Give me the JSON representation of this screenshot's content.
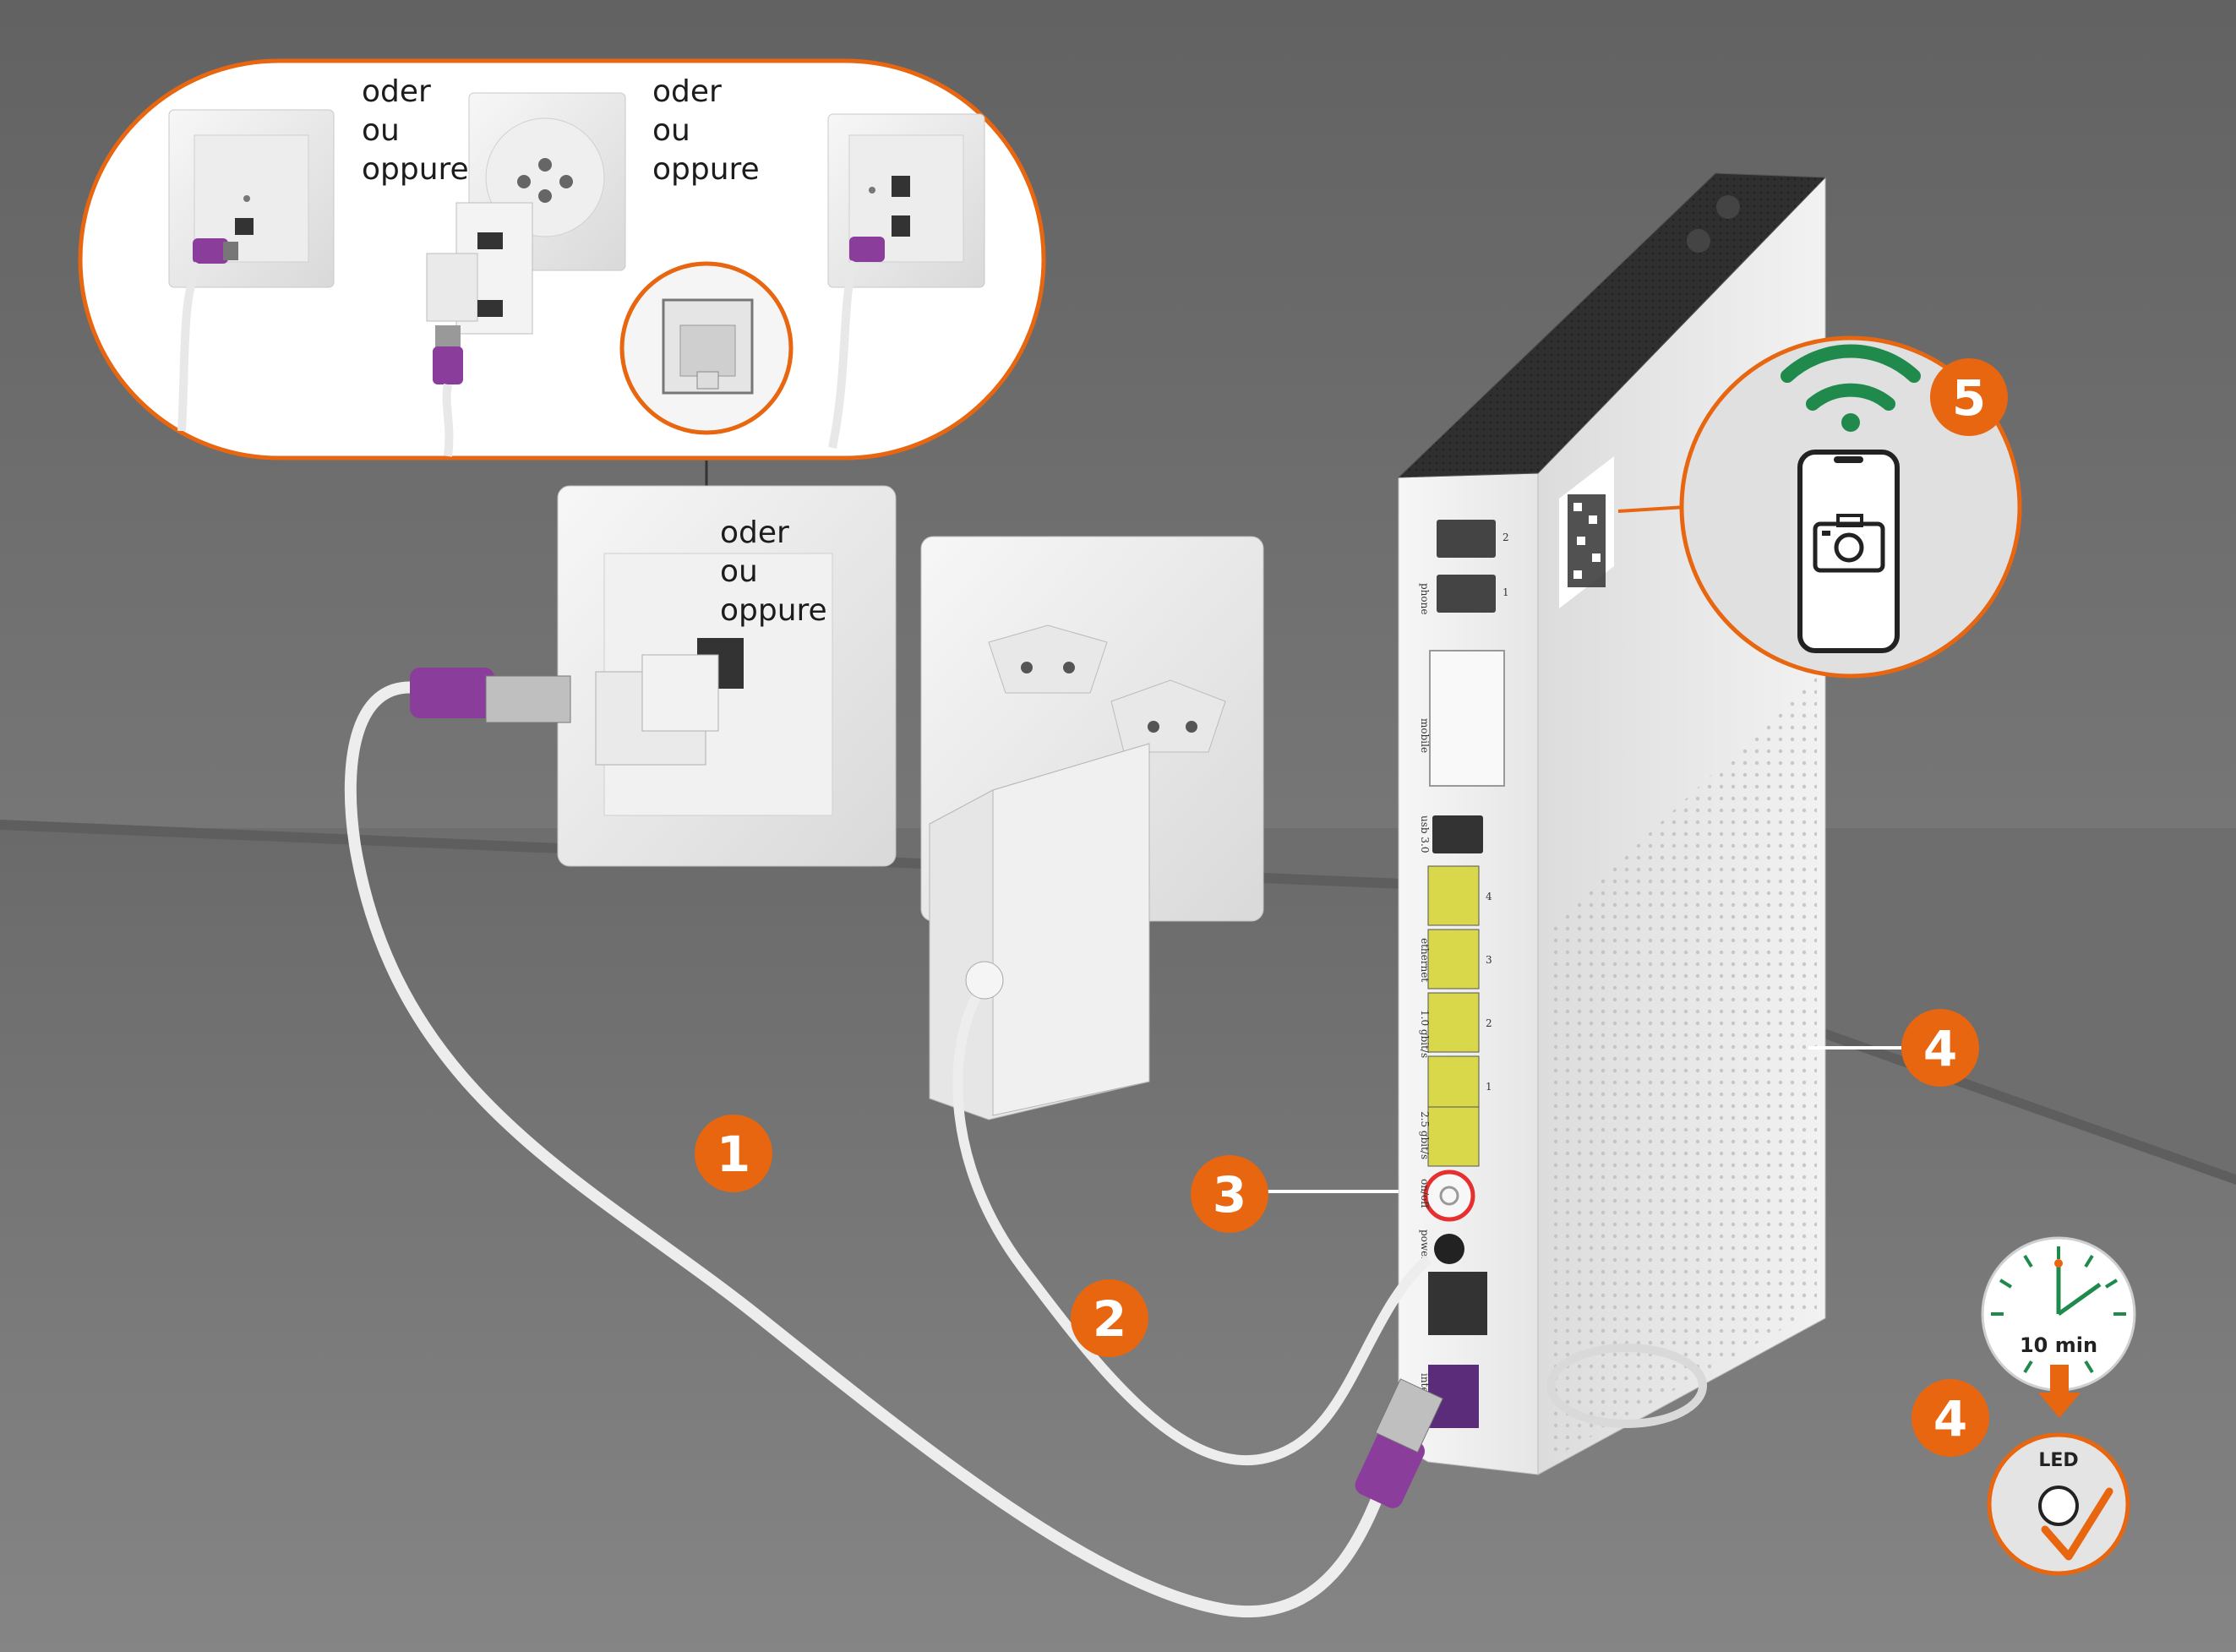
{
  "options": {
    "label_oder": "oder",
    "label_ou": "ou",
    "label_oppure": "oppure"
  },
  "steps": {
    "step1": "1",
    "step2": "2",
    "step3": "3",
    "step4": "4",
    "step4_timer": "4",
    "step5": "5"
  },
  "router_labels": {
    "phone": "phone",
    "phone_port_1": "1",
    "phone_port_2": "2",
    "mobile": "mobile",
    "usb": "usb 3.0",
    "ethernet": "ethernet",
    "ethernet_speed": "1.0 gbit/s",
    "eth_port_1": "1",
    "eth_port_2": "2",
    "eth_port_3": "3",
    "eth_port_4": "4",
    "fast_port": "2.5 gbit/s",
    "onoff": "on/off",
    "power": "power",
    "internet": "internet"
  },
  "timer": {
    "duration": "10 min"
  },
  "led": {
    "label": "LED"
  },
  "colors": {
    "accent_orange": "#e8660f",
    "wifi_green": "#1f8a4c",
    "cable_purple": "#8a3d9b",
    "port_yellow": "#d8d84a",
    "wall_grey": "#6e6e6e"
  }
}
